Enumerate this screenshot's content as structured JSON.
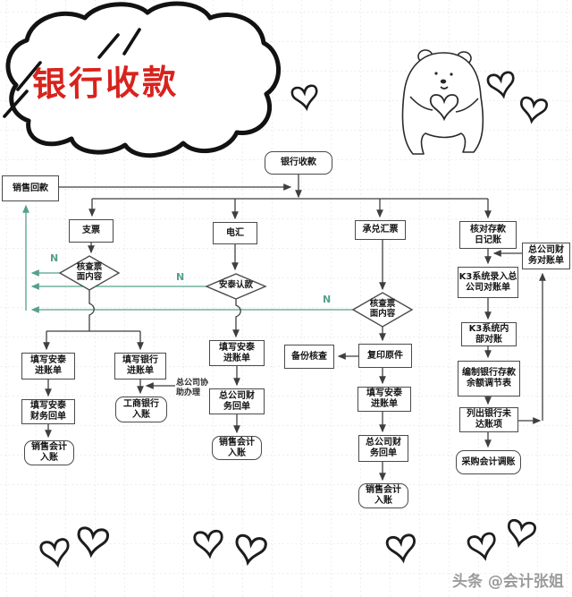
{
  "title": {
    "cloud_text": "银行收款"
  },
  "watermark": "头条 @会计张姐",
  "colors": {
    "accent_red": "#d8231d",
    "return_line_teal": "#55a08c",
    "flow_line": "#3f3f3f",
    "grid": "#d6d6d6"
  },
  "labels": {
    "no_branch": "N"
  },
  "flowchart": {
    "start": {
      "l1": "银行收款"
    },
    "sales": {
      "l1": "销售回款"
    },
    "cheque": {
      "l1": "支票"
    },
    "wire": {
      "l1": "电汇"
    },
    "draft": {
      "l1": "承兑汇票"
    },
    "journal": {
      "l1": "核对存款",
      "l2": "日记账"
    },
    "d_cheque": {
      "l1": "核查票",
      "l2": "面内容"
    },
    "d_wire": {
      "l1": "安泰认款"
    },
    "d_draft": {
      "l1": "核查票",
      "l2": "面内容"
    },
    "cheque_antai_slip": {
      "l1": "填写安泰",
      "l2": "进账单"
    },
    "cheque_bank_slip": {
      "l1": "填写银行",
      "l2": "进账单"
    },
    "antai_receipt": {
      "l1": "填写安泰",
      "l2": "财务回单"
    },
    "sales_entry1": {
      "l1": "销售会计",
      "l2": "入账"
    },
    "icbc_entry": {
      "l1": "工商银行",
      "l2": "入账"
    },
    "hq_note": {
      "l1": "总公司协",
      "l2": "助办理"
    },
    "wire_antai_slip": {
      "l1": "填写安泰",
      "l2": "进账单"
    },
    "hq_receipt1": {
      "l1": "总公司财",
      "l2": "务回单"
    },
    "sales_entry2": {
      "l1": "销售会计",
      "l2": "入账"
    },
    "backup_check": {
      "l1": "备份核查"
    },
    "copy_original": {
      "l1": "复印原件"
    },
    "draft_antai_slip": {
      "l1": "填写安泰",
      "l2": "进账单"
    },
    "hq_receipt2": {
      "l1": "总公司财",
      "l2": "务回单"
    },
    "sales_entry3": {
      "l1": "销售会计",
      "l2": "入账"
    },
    "hq_statement": {
      "l1": "总公司财",
      "l2": "务对账单"
    },
    "k3_entry": {
      "l1": "K3系统录入总",
      "l2": "公司对账单"
    },
    "k3_internal": {
      "l1": "K3系统内",
      "l2": "部对账"
    },
    "reconciliation": {
      "l1": "编制银行存款",
      "l2": "余额调节表"
    },
    "unmatched": {
      "l1": "列出银行未",
      "l2": "达账项"
    },
    "purchase_adjust": {
      "l1": "采购会计调账"
    }
  }
}
